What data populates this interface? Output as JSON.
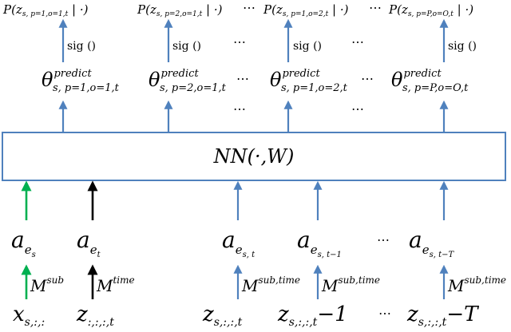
{
  "colors": {
    "blue": "#4F81BD",
    "green": "#00B050",
    "black": "#000000",
    "box_border": "#4F81BD"
  },
  "nn_box": {
    "label": "NN(·,W)"
  },
  "top": {
    "outputs": [
      {
        "p": "P(z",
        "sub": "s, p=1,o=1,t",
        "tail": " | ·)"
      },
      {
        "p": "P(z",
        "sub": "s, p=2,o=1,t",
        "tail": " | ·)"
      },
      {
        "p": "P(z",
        "sub": "s, p=1,o=2,t",
        "tail": " | ·)"
      },
      {
        "p": "P(z",
        "sub": "s, p=P,o=O,t",
        "tail": " | ·)"
      }
    ],
    "sig_label": "sig ()",
    "theta": [
      {
        "base": "θ",
        "sup": "predict",
        "sub": "s, p=1,o=1,t"
      },
      {
        "base": "θ",
        "sup": "predict",
        "sub": "s, p=2,o=1,t"
      },
      {
        "base": "θ",
        "sup": "predict",
        "sub": "s, p=1,o=2,t"
      },
      {
        "base": "θ",
        "sup": "predict",
        "sub": "s, p=P,o=O,t"
      }
    ],
    "ellipsis": "⋯"
  },
  "bottom": {
    "embeddings": [
      {
        "base": "a",
        "sub": "e",
        "subsub": "s",
        "extra": ""
      },
      {
        "base": "a",
        "sub": "e",
        "subsub": "t",
        "extra": ""
      },
      {
        "base": "a",
        "sub": "e",
        "subsub": "s, t",
        "extra": ""
      },
      {
        "base": "a",
        "sub": "e",
        "subsub": "s, t−1",
        "extra": ""
      },
      {
        "base": "a",
        "sub": "e",
        "subsub": "s, t−T",
        "extra": ""
      }
    ],
    "matrices": [
      {
        "base": "M",
        "sup": "sub"
      },
      {
        "base": "M",
        "sup": "time"
      },
      {
        "base": "M",
        "sup": "sub,time"
      },
      {
        "base": "M",
        "sup": "sub,time"
      },
      {
        "base": "M",
        "sup": "sub,time"
      }
    ],
    "inputs": [
      {
        "base": "x",
        "sub": "s,:,:",
        "tail": ""
      },
      {
        "base": "z",
        "sub": ":,:,:,t",
        "tail": ""
      },
      {
        "base": "z",
        "sub": "s,:,:,t",
        "tail": ""
      },
      {
        "base": "z",
        "sub": "s,:,:,t",
        "tail": "−1"
      },
      {
        "base": "z",
        "sub": "s,:,:,t",
        "tail": "−T"
      }
    ],
    "ellipsis": "⋯"
  }
}
